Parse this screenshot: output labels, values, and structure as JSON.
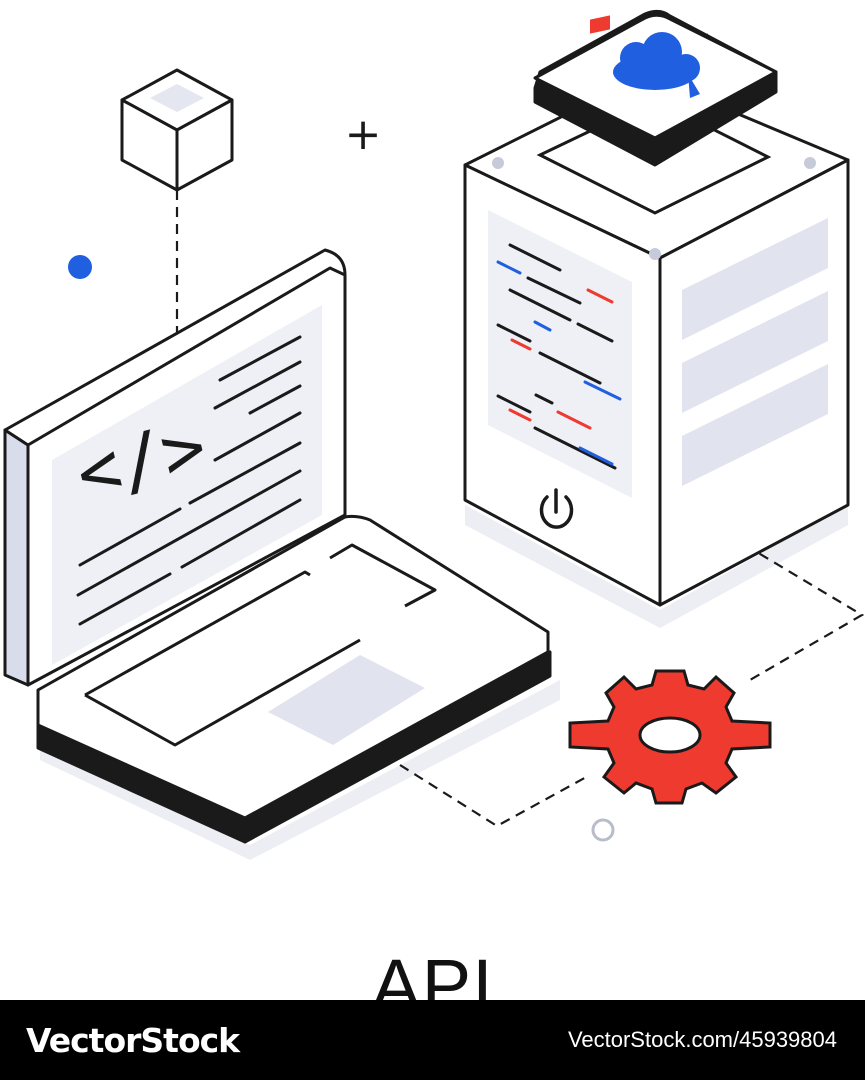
{
  "illustration": {
    "code_symbol": "</>",
    "plus_symbol": "+",
    "icons": [
      "laptop-icon",
      "server-icon",
      "cloud-icon",
      "gear-icon",
      "power-icon",
      "cube-icon",
      "code-icon"
    ],
    "colors": {
      "outline": "#1a1a1a",
      "accent_red": "#ee3a2f",
      "accent_blue": "#1f5fe0",
      "panel_gray": "#e4e6f0",
      "shadow": "#eceef4"
    }
  },
  "caption": {
    "title": "API"
  },
  "footer": {
    "brand": "VectorStock",
    "image_id": "VectorStock.com/45939804",
    "background": "#000000"
  }
}
